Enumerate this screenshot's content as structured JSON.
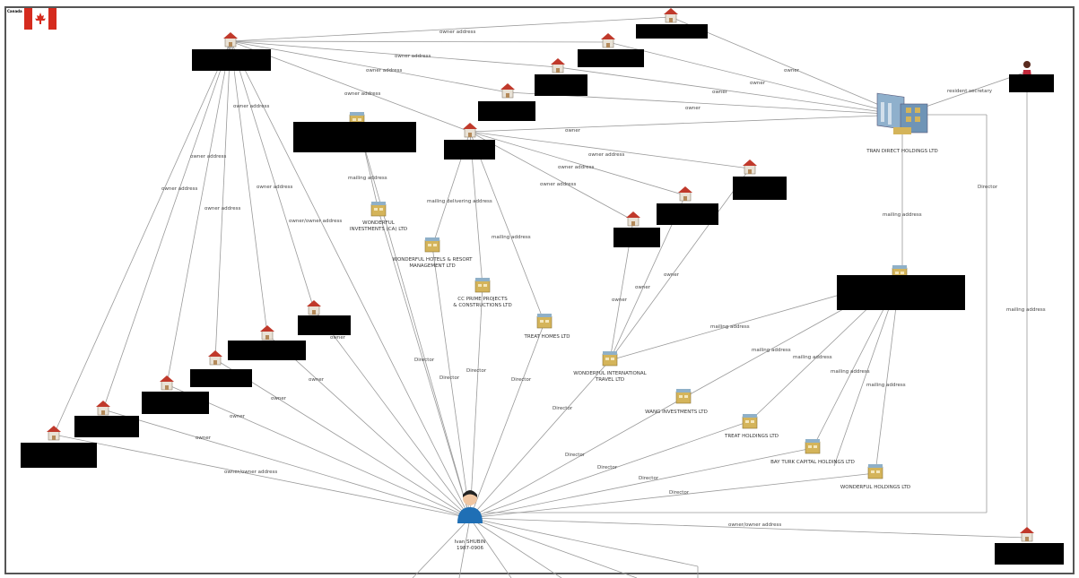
{
  "corner_label": "Canada",
  "colors": {
    "edge": "#9a9a9a",
    "house_roof": "#c0392b",
    "company_box": "#d4b45a",
    "person_shirt": "#1f6fb5",
    "redaction": "#000000"
  },
  "central_person": {
    "icon": "person-icon",
    "label_line1": "Ivan SHUBIN",
    "label_line2": "1987-0906"
  },
  "hub_company": {
    "icon": "office-building-icon",
    "label": "TRAN DIRECT HOLDINGS LTD"
  },
  "companies": [
    {
      "id": "c1",
      "label_line1": "WONDERFUL",
      "label_line2": "INVESTMENTS (CA) LTD"
    },
    {
      "id": "c2",
      "label_line1": "WONDERFUL HOTELS & RESORT",
      "label_line2": "MANAGEMENT LTD"
    },
    {
      "id": "c3",
      "label_line1": "CC PRIME PROJECTS",
      "label_line2": "& CONSTRUCTIONS LTD"
    },
    {
      "id": "c4",
      "label_line1": "TREAT HOMES LTD",
      "label_line2": ""
    },
    {
      "id": "c5",
      "label_line1": "WONDERFUL INTERNATIONAL",
      "label_line2": "TRAVEL LTD"
    },
    {
      "id": "c6",
      "label_line1": "WANG INVESTMENTS LTD",
      "label_line2": ""
    },
    {
      "id": "c7",
      "label_line1": "TREAT HOLDINGS LTD",
      "label_line2": ""
    },
    {
      "id": "c8",
      "label_line1": "BAY TURK CAPITAL HOLDINGS LTD",
      "label_line2": ""
    },
    {
      "id": "c9",
      "label_line1": "WONDERFUL HOLDINGS LTD",
      "label_line2": ""
    }
  ],
  "edge_labels": {
    "owner_address": "owner address",
    "mailing_address": "mailing address",
    "mailing_delivering_address": "mailing delivering address",
    "owner": "owner",
    "director": "Director",
    "owner_owner_address": "owner/owner address",
    "mailing_address_2": "mailing address",
    "resident_secretary": "resident secretary"
  }
}
